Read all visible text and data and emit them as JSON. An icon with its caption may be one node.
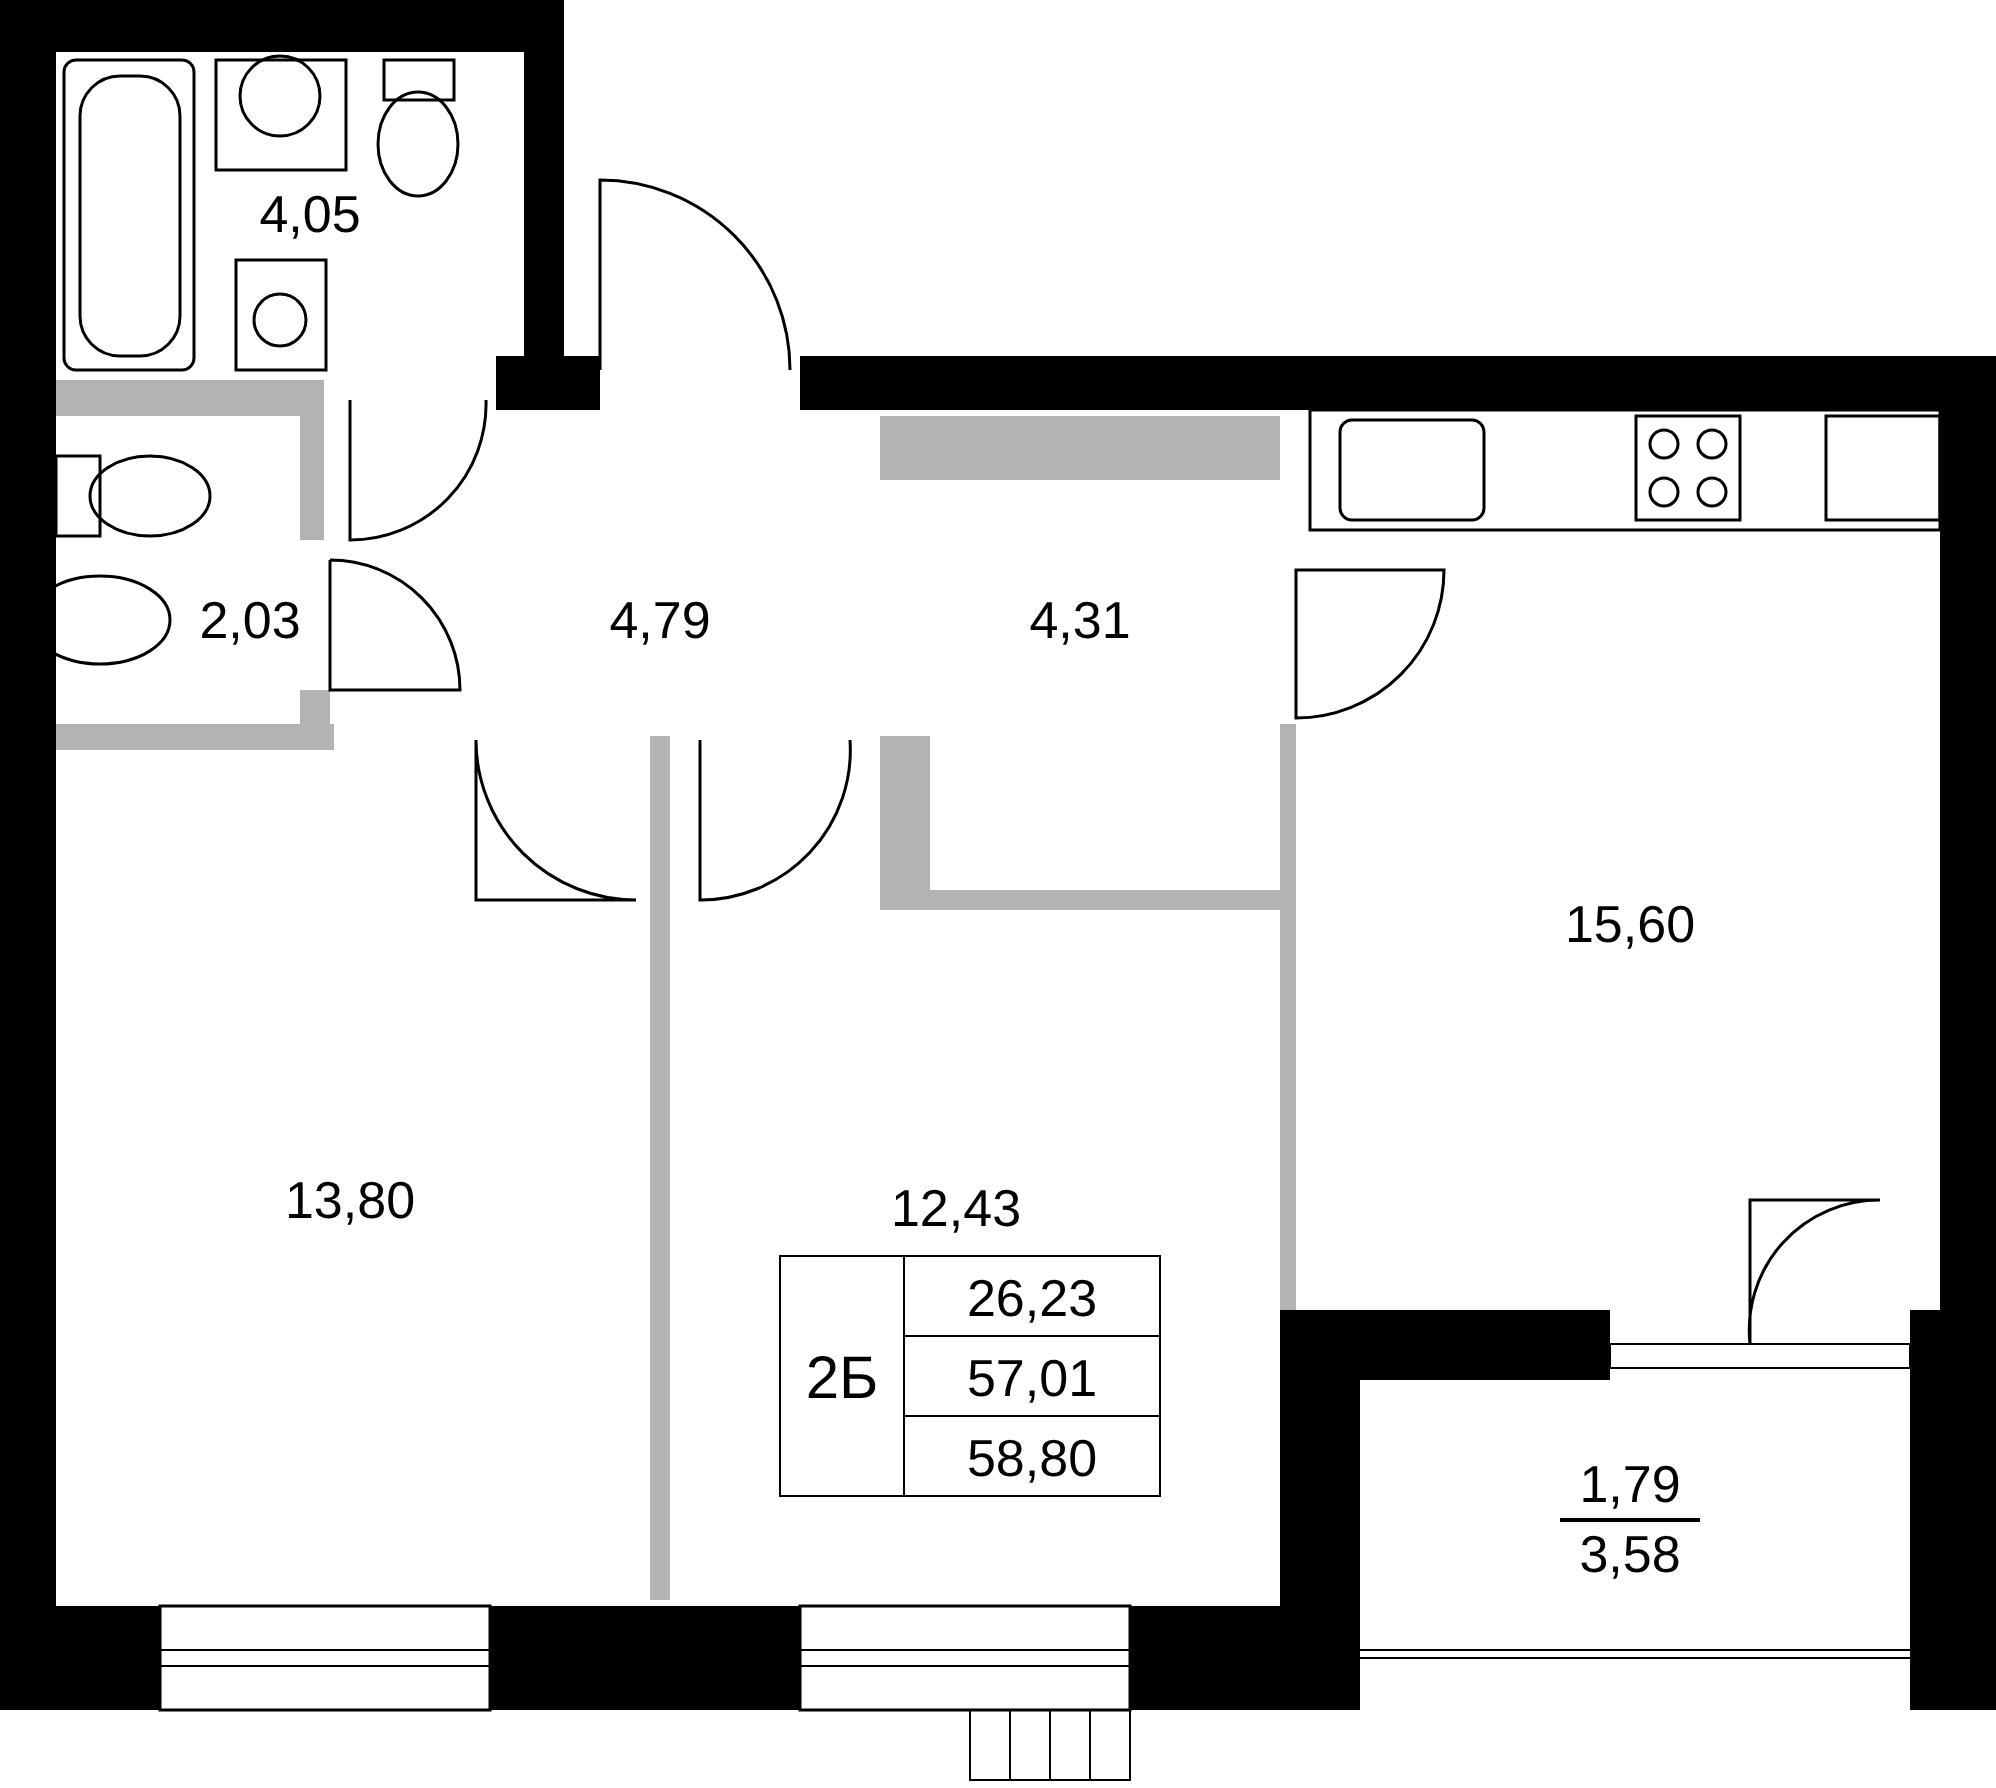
{
  "diagram": {
    "labels": [
      "4,05",
      "2,03",
      "4,79",
      "4,31",
      "15,60",
      "13,80",
      "12,43",
      "2Б",
      "26,23",
      "57,01",
      "58,80",
      "1,79",
      "3,58"
    ]
  }
}
